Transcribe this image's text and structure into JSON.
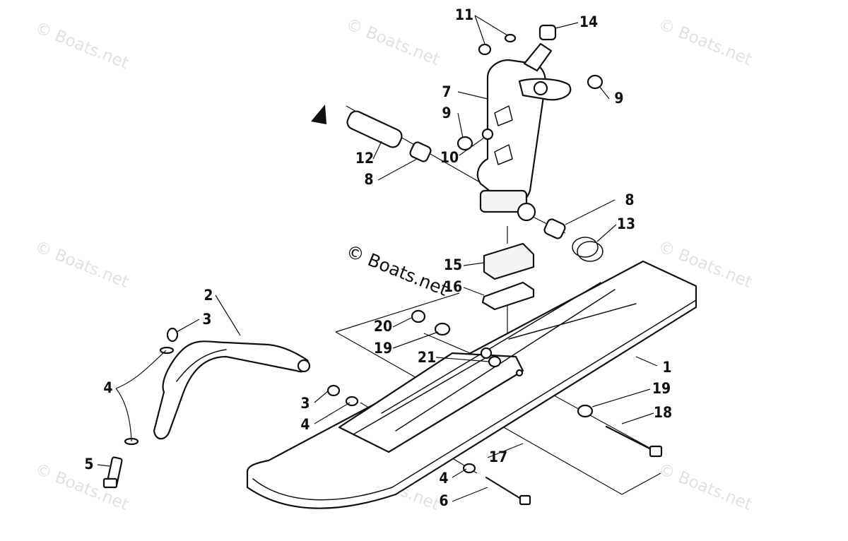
{
  "watermark_text": "© Boats.net",
  "copyright_text": "© Boats.net",
  "callouts": {
    "c1": "1",
    "c2": "2",
    "c3a": "3",
    "c3b": "3",
    "c4a": "4",
    "c4b": "4",
    "c4c": "4",
    "c5": "5",
    "c6": "6",
    "c7": "7",
    "c8a": "8",
    "c8b": "8",
    "c9a": "9",
    "c9b": "9",
    "c10": "10",
    "c11": "11",
    "c12": "12",
    "c13": "13",
    "c14": "14",
    "c15": "15",
    "c16": "16",
    "c17": "17",
    "c18": "18",
    "c19a": "19",
    "c19b": "19",
    "c20": "20",
    "c21": "21"
  }
}
